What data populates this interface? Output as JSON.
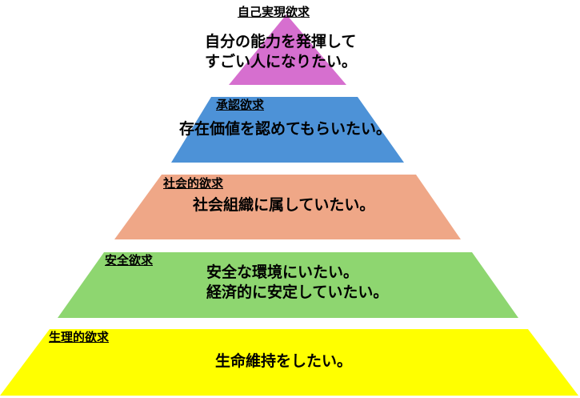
{
  "tiers": [
    {
      "label": "自己実現欲求",
      "lines": [
        "自分の能力を発揮して",
        "すごい人になりたい。"
      ],
      "color": "#d66fcf"
    },
    {
      "label": "承認欲求",
      "lines": [
        "存在価値を認めてもらいたい。"
      ],
      "color": "#4d92d7"
    },
    {
      "label": "社会的欲求",
      "lines": [
        "社会組織に属していたい。"
      ],
      "color": "#efa787"
    },
    {
      "label": "安全欲求",
      "lines": [
        "安全な環境にいたい。",
        "経済的に安定していたい。"
      ],
      "color": "#8ed670"
    },
    {
      "label": "生理的欲求",
      "lines": [
        "生命維持をしたい。"
      ],
      "color": "#ffff00"
    }
  ]
}
